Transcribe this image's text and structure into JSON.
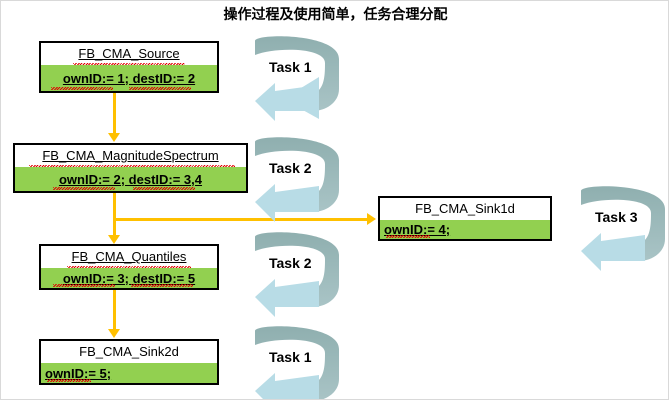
{
  "title": "操作过程及使用简单，任务合理分配",
  "colors": {
    "block_fill": "#92d050",
    "block_border": "#000000",
    "connector": "#ffc000",
    "arrow_top_band": "#8fafaf",
    "arrow_head": "#b8dce6",
    "spellcheck": "#e00000"
  },
  "blocks": [
    {
      "id": "source",
      "name": "FB_CMA_Source",
      "value": "ownID:= 1; destID:= 2",
      "title_underlined": true,
      "value_align": "center"
    },
    {
      "id": "magnitude-spectrum",
      "name": "FB_CMA_MagnitudeSpectrum",
      "value": "ownID:= 2; destID:= 3,4",
      "title_underlined": true,
      "value_align": "center"
    },
    {
      "id": "quantiles",
      "name": "FB_CMA_Quantiles",
      "value": "ownID:= 3; destID:= 5",
      "title_underlined": true,
      "value_align": "center"
    },
    {
      "id": "sink2d",
      "name": "FB_CMA_Sink2d",
      "value": "ownID:= 5;",
      "title_underlined": false,
      "value_align": "left"
    },
    {
      "id": "sink1d",
      "name": "FB_CMA_Sink1d",
      "value": "ownID:= 4;",
      "title_underlined": false,
      "value_align": "left"
    }
  ],
  "tasks": [
    {
      "id": "task-1-top",
      "label": "Task 1"
    },
    {
      "id": "task-2-middle",
      "label": "Task 2"
    },
    {
      "id": "task-2-lower",
      "label": "Task 2"
    },
    {
      "id": "task-1-bottom",
      "label": "Task 1"
    },
    {
      "id": "task-3-right",
      "label": "Task 3"
    }
  ],
  "connections": [
    {
      "from": "source",
      "to": "magnitude-spectrum"
    },
    {
      "from": "magnitude-spectrum",
      "to": "quantiles"
    },
    {
      "from": "magnitude-spectrum",
      "to": "sink1d"
    },
    {
      "from": "quantiles",
      "to": "sink2d"
    }
  ]
}
